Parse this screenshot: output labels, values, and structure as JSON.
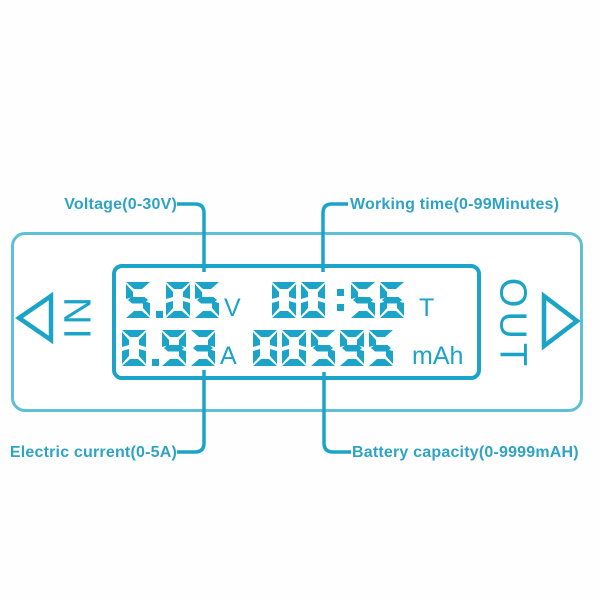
{
  "colors": {
    "accent": "#1BA4C8",
    "device_outline": "#5FBFD4",
    "label_text": "#2FA3C4"
  },
  "annotations": {
    "voltage": "Voltage(0-30V)",
    "working_time": "Working time(0-99Minutes)",
    "electric_current": "Electric current(0-5A)",
    "battery_capacity": "Battery capacity(0-9999mAH)"
  },
  "display": {
    "voltage": {
      "value": "5.05",
      "unit": "V"
    },
    "time": {
      "value": "00:56",
      "unit": "T"
    },
    "current": {
      "value": "0.93",
      "unit": "A"
    },
    "capacity": {
      "value": "00595",
      "unit": "mAh"
    }
  },
  "ports": {
    "input": "IN",
    "output": "OUT"
  }
}
